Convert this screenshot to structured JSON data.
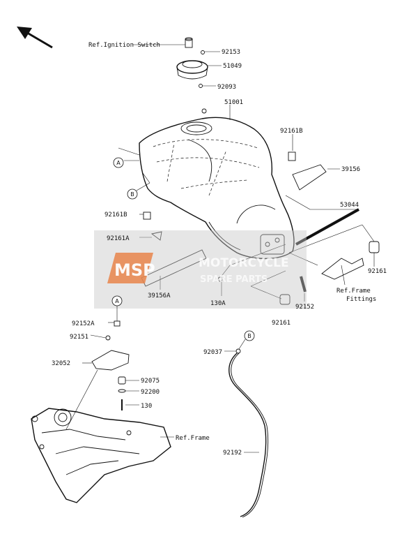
{
  "parts": {
    "ref_ignition_switch": "Ref.Ignition Switch",
    "p92153": "92153",
    "p51049": "51049",
    "p92093": "92093",
    "p51001": "51001",
    "p92161b_right": "92161B",
    "p39156": "39156",
    "p92161b_left": "92161B",
    "p53044": "53044",
    "p92161a": "92161A",
    "p39156a": "39156A",
    "p130a": "130A",
    "p92161_right": "92161",
    "ref_frame_fittings_1": "Ref.Frame",
    "ref_frame_fittings_2": "Fittings",
    "p92152": "92152",
    "p92161_lower": "92161",
    "p92152a": "92152A",
    "p92151": "92151",
    "p32052": "32052",
    "p92075": "92075",
    "p92200": "92200",
    "p130": "130",
    "ref_frame": "Ref.Frame",
    "p92037": "92037",
    "p92192": "92192"
  },
  "callouts": {
    "a_top": "A",
    "b_mid": "B",
    "a_lower": "A",
    "b_lower": "B"
  },
  "watermark": {
    "logo": "MSP",
    "line1": "MOTORCYCLE",
    "line2": "SPARE PARTS",
    "accent_color": "#e8844a",
    "panel_color": "#c8c8c8"
  },
  "icons": {
    "direction": "arrow-up-left-icon"
  }
}
